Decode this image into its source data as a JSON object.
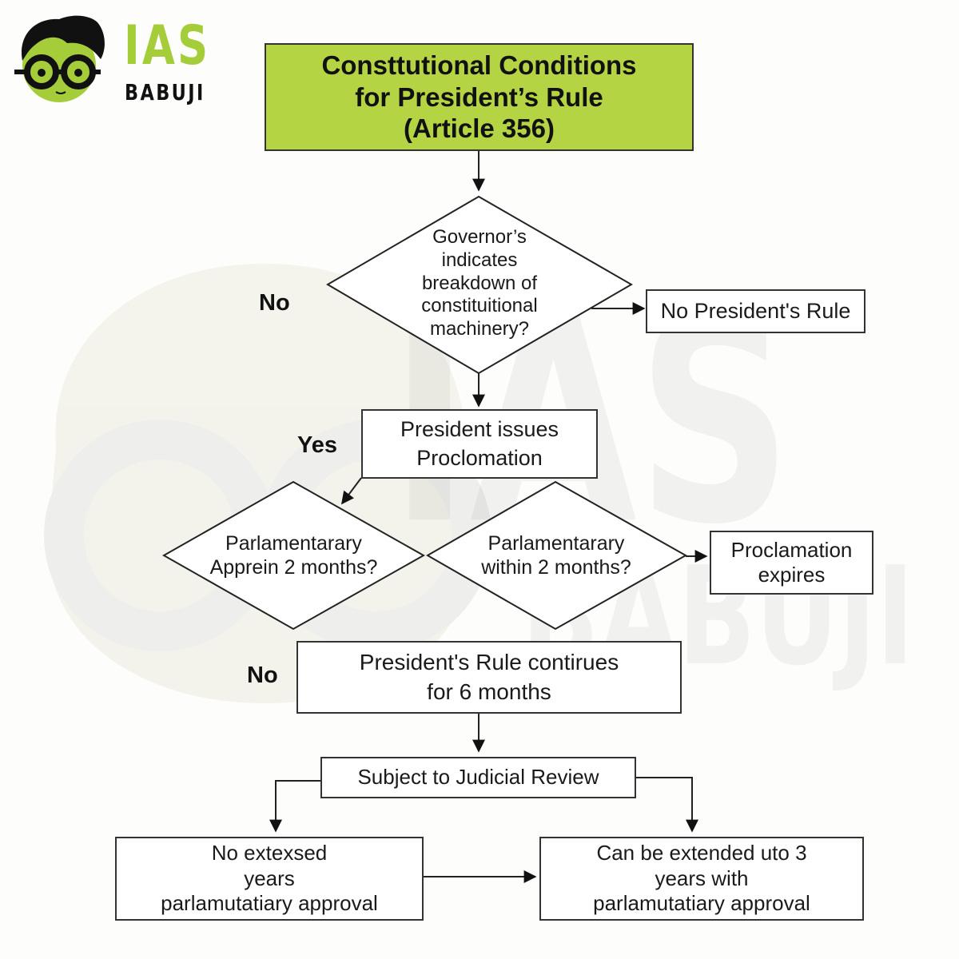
{
  "brand": {
    "logo_line1": "IAS",
    "logo_line2": "BABUJI",
    "accent_color": "#a5cd39",
    "watermark_line1": "IAS",
    "watermark_line2": "BABUJI"
  },
  "flowchart": {
    "title": "Consttutional Conditions\nfor President’s Rule\n(Article 356)",
    "decision_governor": "Governor’s\nindicates\nbreakdown of\nconstituitional\nmachinery?",
    "no_presidents_rule": "No President's Rule",
    "president_issues": "President issues\nProclomation",
    "decision_approval": "Parlamentarary\nApprein 2 months?",
    "decision_within": "Parlamentarary\nwithin 2 months?",
    "proclamation_expires": "Proclamation\nexpires",
    "rule_continues": "President's Rule contirues\nfor 6 months",
    "judicial_review": "Subject to Judicial Review",
    "no_extension": "No extexsed\nyears\nparlamutatiary approval",
    "can_extend": "Can be extended uto 3\nyears with\nparlamutatiary approval",
    "labels": {
      "no_top": "No",
      "yes": "Yes",
      "no_bottom": "No"
    }
  }
}
